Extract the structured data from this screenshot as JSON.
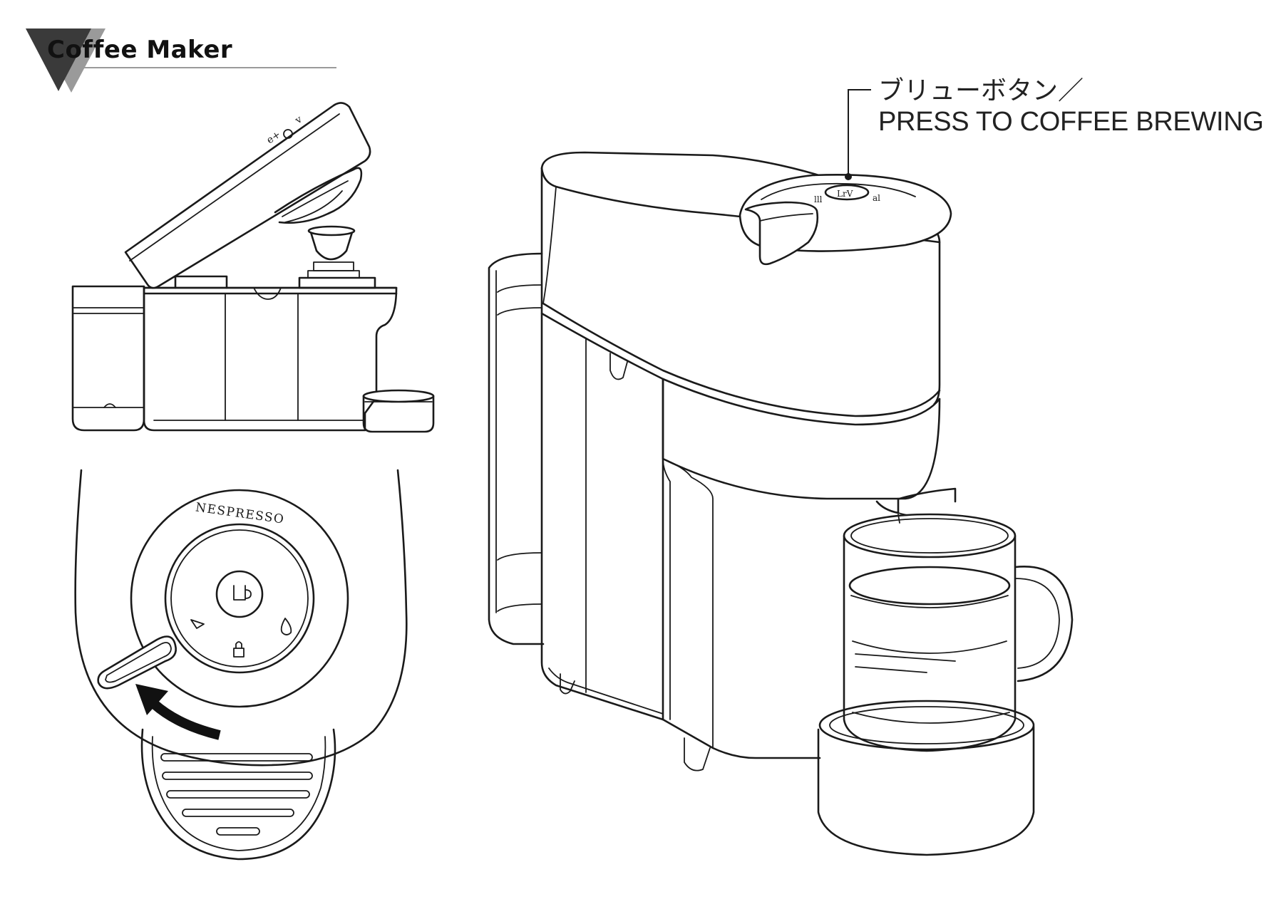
{
  "header": {
    "title": "Coffee Maker",
    "badge_colors": {
      "dark": "#3a3a3a",
      "light": "#9a9a9a"
    }
  },
  "callout": {
    "label_jp": "ブリューボタン／",
    "label_en": "PRESS TO COFFEE BREWING"
  },
  "top_view": {
    "brand": "NESPRESSO"
  },
  "colors": {
    "line": "#1a1a1a",
    "background": "#ffffff",
    "arrow": "#111111"
  }
}
